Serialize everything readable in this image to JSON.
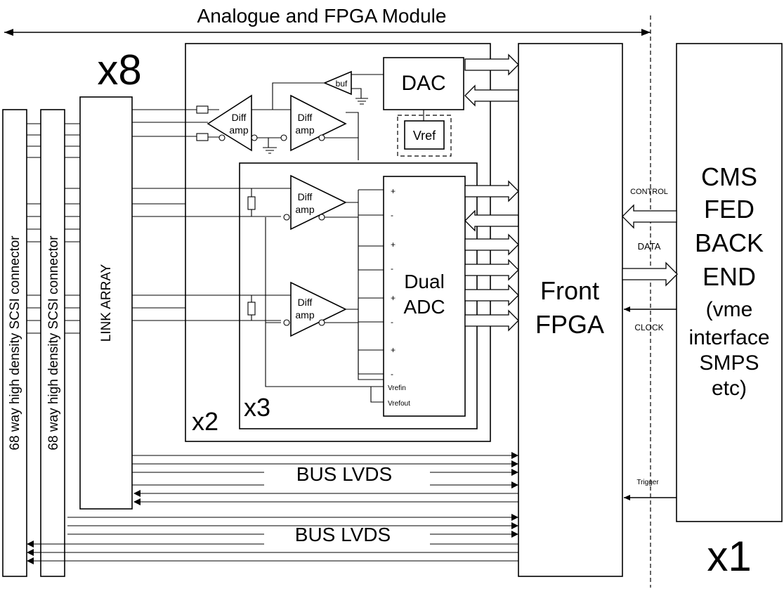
{
  "title": "Analogue and FPGA Module",
  "multipliers": {
    "links": "x8",
    "diff_section": "x2",
    "adc_section": "x3",
    "backend": "x1"
  },
  "connectors": [
    "68 way high density SCSI connector",
    "68 way high density SCSI connector"
  ],
  "link_array": "LINK ARRAY",
  "dac": "DAC",
  "buf": "buf",
  "vref": "Vref",
  "diff_amp": [
    "Diff",
    "amp"
  ],
  "adc": {
    "name": [
      "Dual",
      "ADC"
    ],
    "pins": [
      "+",
      "-",
      "+",
      "-",
      "+",
      "-",
      "+",
      "-"
    ],
    "vrefin": "Vrefin",
    "vrefout": "Vrefout"
  },
  "front_fpga": [
    "Front",
    "FPGA"
  ],
  "backend": [
    "CMS",
    "FED",
    "BACK",
    "END",
    "(vme",
    "interface",
    "SMPS",
    "etc)"
  ],
  "signals": {
    "control": "CONTROL",
    "data": "DATA",
    "clock": "CLOCK",
    "trigger": "Trigger"
  },
  "bus": [
    "BUS LVDS",
    "BUS LVDS"
  ]
}
